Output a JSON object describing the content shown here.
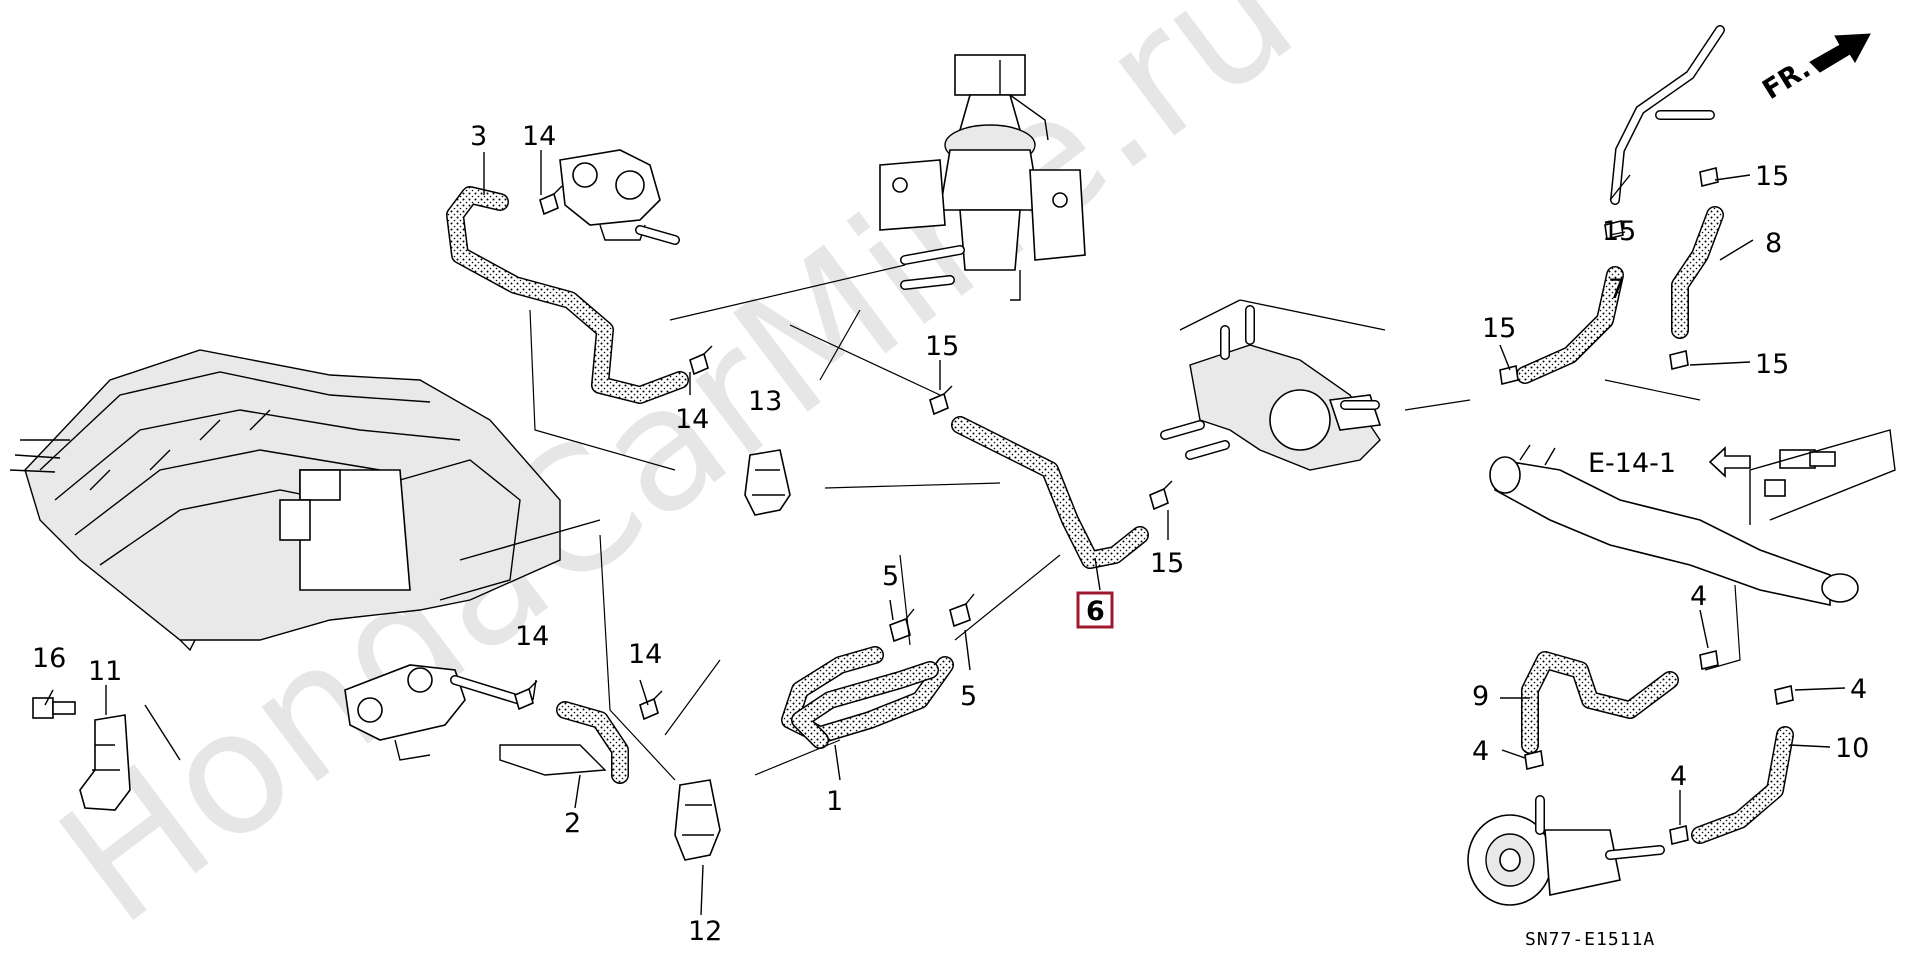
{
  "diagram": {
    "direction_label": "FR.",
    "reference_label": "E-14-1",
    "drawing_code": "SN77-E1511A",
    "watermark": "HondaCarMine.ru",
    "highlighted_part": "6",
    "highlight_color": "#a0182e",
    "callouts": {
      "p1": "1",
      "p2": "2",
      "p3": "3",
      "p4a": "4",
      "p4b": "4",
      "p4c": "4",
      "p4d": "4",
      "p5a": "5",
      "p5b": "5",
      "p6": "6",
      "p7": "7",
      "p8": "8",
      "p9": "9",
      "p10": "10",
      "p11": "11",
      "p12": "12",
      "p13": "13",
      "p14a": "14",
      "p14b": "14",
      "p14c": "14",
      "p14d": "14",
      "p15a": "15",
      "p15b": "15",
      "p15c": "15",
      "p15d": "15",
      "p15e": "15",
      "p15f": "15",
      "p16": "16"
    }
  }
}
